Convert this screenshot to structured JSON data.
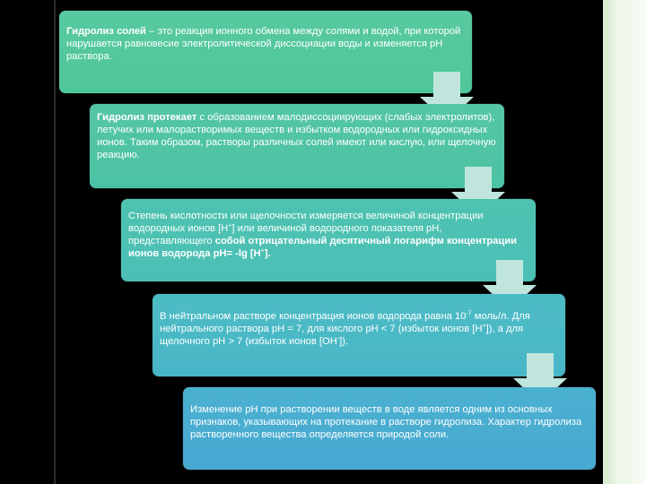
{
  "steps": [
    {
      "bold": "Гидролиз солей",
      "text": " – это реакция ионного обмена между солями и водой, при которой нарушается равновесие электролитической диссоциации воды и изменяется pH раствора."
    },
    {
      "bold": "Гидролиз протекает",
      "text": " с образованием малодиссоциирующих (слабых электролитов), летучих или малорастворимых веществ и избытком водородных или гидроксидных ионов. Таким образом, растворы различных солей имеют или кислую, или щелочную реакцию."
    },
    {
      "text_a": "Степень кислотности или щелочности измеряется величиной концентрации водородных ионов [H",
      "sup_a": "+",
      "text_b": "] или величиной водородного показателя pH, представляющего ",
      "bold_a": "собой отрицательный десятичный логарифм концентрации ионов водорода pH= -lg [H",
      "sup_b": "+",
      "bold_b": "]."
    },
    {
      "text_a": "В нейтральном растворе концентрация ионов водорода равна 10",
      "sup_a": "-7",
      "text_b": " моль/л. Для нейтрального раствора pH = 7, для кислого pH < 7 (избыток ионов [H",
      "sup_b": "+",
      "text_c": "]), а для щелочного pH > 7 (избыток ионов [OH",
      "sup_c": "-",
      "text_d": "])."
    },
    {
      "text": "Изменение pH при растворении веществ в воде является одним из основных признаков, указывающих на протекание в растворе гидролиза. Характер гидролиза растворенного вещества определяется природой соли."
    }
  ]
}
